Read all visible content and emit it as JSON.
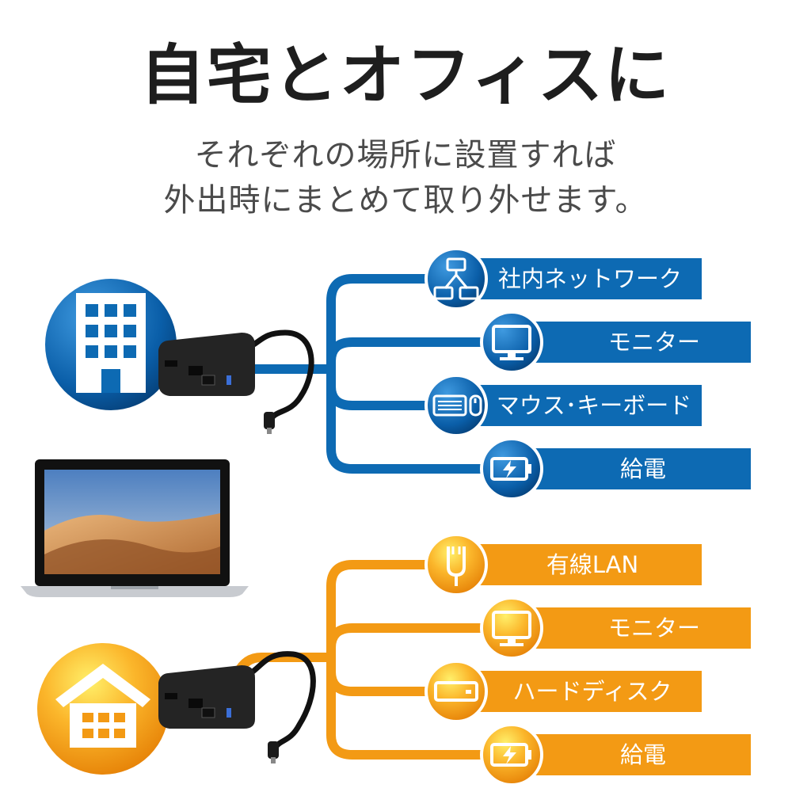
{
  "title": "自宅とオフィスに",
  "subtitle": [
    "それぞれの場所に設置すれば",
    "外出時にまとめて取り外せます。"
  ],
  "colors": {
    "office": "#0d6ab3",
    "home": "#f39a14",
    "text_dark": "#1e1e1e",
    "text_sub": "#4b4b4b"
  },
  "office": {
    "icon": "office-building-icon",
    "items": [
      {
        "label": "社内ネットワーク",
        "icon": "network-icon"
      },
      {
        "label": "モニター",
        "icon": "monitor-icon"
      },
      {
        "label": "マウス･キーボード",
        "icon": "keyboard-mouse-icon"
      },
      {
        "label": "給電",
        "icon": "battery-charging-icon"
      }
    ]
  },
  "home": {
    "icon": "house-icon",
    "items": [
      {
        "label": "有線LAN",
        "icon": "lan-cable-icon"
      },
      {
        "label": "モニター",
        "icon": "monitor-icon"
      },
      {
        "label": "ハードディスク",
        "icon": "hard-disk-icon"
      },
      {
        "label": "給電",
        "icon": "battery-charging-icon"
      }
    ]
  }
}
